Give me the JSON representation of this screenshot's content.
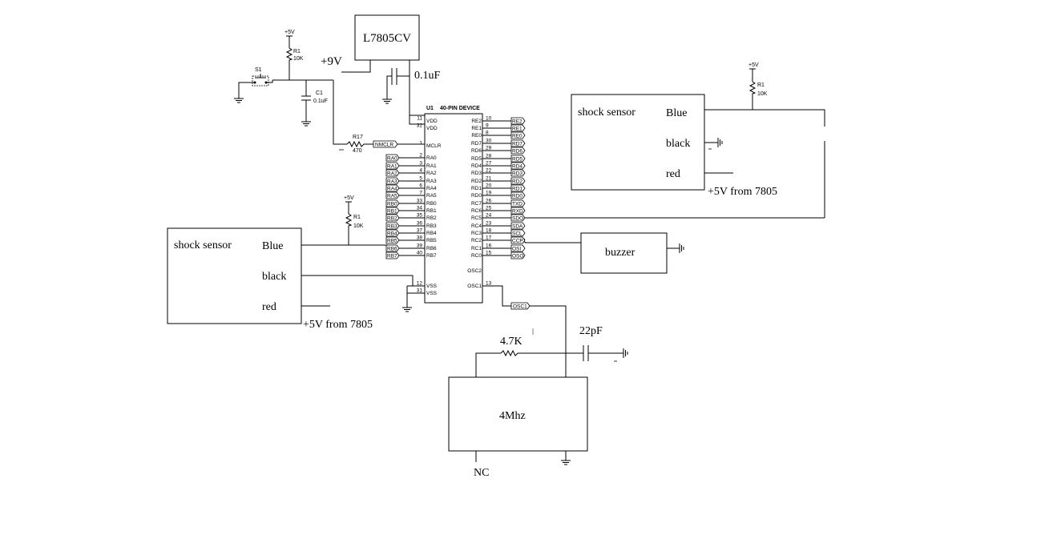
{
  "regulator": {
    "label": "L7805CV",
    "input_label": "+9V",
    "cap_label": "0.1uF"
  },
  "reset": {
    "vcc": "+5V",
    "r_name": "R1",
    "r_value": "10K",
    "switch_name": "S1",
    "c_name": "C1",
    "c_value": "0.1uF",
    "r17_name": "R17",
    "r17_value": "470"
  },
  "mcu": {
    "ref": "U1",
    "title": "40-PIN DEVICE",
    "left_pins": [
      {
        "num": "11",
        "name": "VDD"
      },
      {
        "num": "32",
        "name": "VDD"
      },
      {
        "num": "1",
        "name": "MCLR"
      },
      {
        "num": "2",
        "name": "RA0"
      },
      {
        "num": "3",
        "name": "RA1"
      },
      {
        "num": "4",
        "name": "RA2"
      },
      {
        "num": "5",
        "name": "RA3"
      },
      {
        "num": "6",
        "name": "RA4"
      },
      {
        "num": "7",
        "name": "RA5"
      },
      {
        "num": "33",
        "name": "RB0"
      },
      {
        "num": "34",
        "name": "RB1"
      },
      {
        "num": "35",
        "name": "RB2"
      },
      {
        "num": "36",
        "name": "RB3"
      },
      {
        "num": "37",
        "name": "RB4"
      },
      {
        "num": "38",
        "name": "RB5"
      },
      {
        "num": "39",
        "name": "RB6"
      },
      {
        "num": "40",
        "name": "RB7"
      },
      {
        "num": "12",
        "name": "VSS"
      },
      {
        "num": "31",
        "name": "VSS"
      }
    ],
    "right_pins": [
      {
        "num": "10",
        "name": "RE2"
      },
      {
        "num": "9",
        "name": "RE1"
      },
      {
        "num": "8",
        "name": "RE0"
      },
      {
        "num": "30",
        "name": "RD7"
      },
      {
        "num": "29",
        "name": "RD6"
      },
      {
        "num": "28",
        "name": "RD5"
      },
      {
        "num": "27",
        "name": "RD4"
      },
      {
        "num": "22",
        "name": "RD3"
      },
      {
        "num": "21",
        "name": "RD2"
      },
      {
        "num": "20",
        "name": "RD1"
      },
      {
        "num": "19",
        "name": "RD0"
      },
      {
        "num": "26",
        "name": "RC7"
      },
      {
        "num": "25",
        "name": "RC6"
      },
      {
        "num": "24",
        "name": "RC5"
      },
      {
        "num": "23",
        "name": "RC4"
      },
      {
        "num": "18",
        "name": "RC3"
      },
      {
        "num": "17",
        "name": "RC2"
      },
      {
        "num": "16",
        "name": "RC1"
      },
      {
        "num": "15",
        "name": "RC0"
      },
      {
        "num": "",
        "name": "OSC2"
      },
      {
        "num": "13",
        "name": "OSC1"
      }
    ],
    "net_labels": {
      "mclr": "NMCLR",
      "osc1": "OSC1",
      "left": [
        "RA0",
        "RA1",
        "RA2",
        "RA3",
        "RA4",
        "RA5",
        "RB0",
        "RB1",
        "RB2",
        "RB3",
        "RB4",
        "RB5",
        "RB6",
        "RB7"
      ],
      "right": [
        "RE2",
        "RE1",
        "RE0",
        "RD7",
        "RD6",
        "RD5",
        "RD4",
        "RD3",
        "RD2",
        "RD1",
        "RD0",
        "TXD",
        "RXD",
        "SDO",
        "SDA",
        "SCL",
        "CCP1",
        "OSI",
        "OSO"
      ]
    }
  },
  "sensor_left": {
    "title": "shock sensor",
    "blue": "Blue",
    "black": "black",
    "red": "red",
    "supply": "+5V from 7805",
    "pullup_vcc": "+5V",
    "pullup_name": "R1",
    "pullup_value": "10K"
  },
  "sensor_right": {
    "title": "shock sensor",
    "blue": "Blue",
    "black": "black",
    "red": "red",
    "supply": "+5V from 7805",
    "pullup_vcc": "+5V",
    "pullup_name": "R1",
    "pullup_value": "10K"
  },
  "buzzer": {
    "label": "buzzer"
  },
  "oscillator": {
    "crystal_label": "4Mhz",
    "resistor_label": "4.7K",
    "cap_label": "22pF",
    "nc_label": "NC"
  }
}
